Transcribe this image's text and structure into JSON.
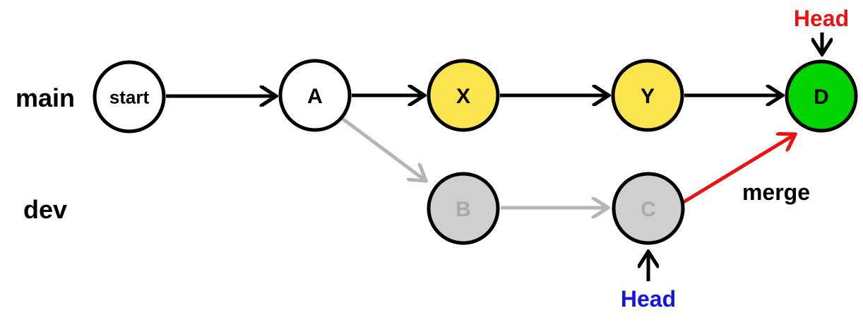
{
  "diagram": {
    "branches": {
      "main": "main",
      "dev": "dev"
    },
    "nodes": {
      "start": {
        "label": "start",
        "fill": "#ffffff",
        "label_color": "#000000"
      },
      "A": {
        "label": "A",
        "fill": "#ffffff",
        "label_color": "#000000"
      },
      "X": {
        "label": "X",
        "fill": "#fae54e",
        "label_color": "#000000"
      },
      "Y": {
        "label": "Y",
        "fill": "#fae54e",
        "label_color": "#000000"
      },
      "D": {
        "label": "D",
        "fill": "#00d400",
        "label_color": "#000000"
      },
      "B": {
        "label": "B",
        "fill": "#cfcfcf",
        "label_color": "#a9a9a9"
      },
      "C": {
        "label": "C",
        "fill": "#cfcfcf",
        "label_color": "#a9a9a9"
      }
    },
    "annotations": {
      "head_main": "Head",
      "head_dev": "Head",
      "merge": "merge"
    },
    "colors": {
      "node_border": "#000000",
      "edge_black": "#000000",
      "edge_gray": "#b5b5b5",
      "edge_red": "#ee1111",
      "head_main_color": "#ee1111",
      "head_dev_color": "#1515e0",
      "merge_color": "#000000"
    }
  }
}
